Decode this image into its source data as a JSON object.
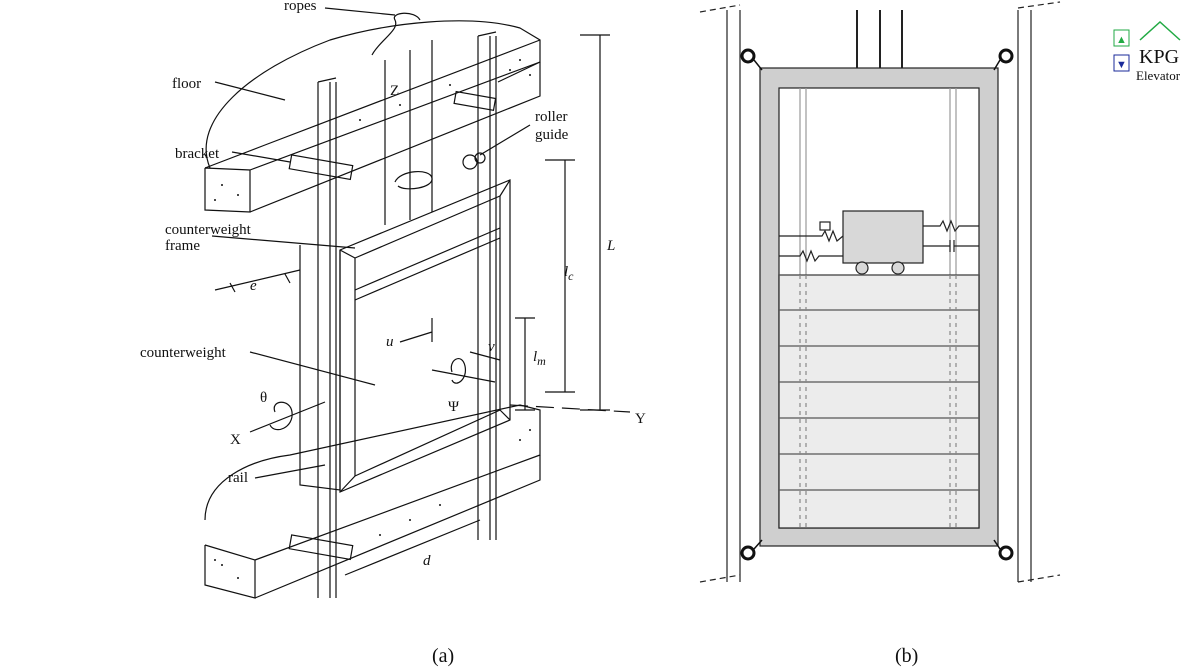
{
  "figure_a": {
    "caption": "(a)",
    "labels": {
      "ropes": "ropes",
      "floor": "floor",
      "bracket": "bracket",
      "roller": "roller",
      "guide": "guide",
      "cw_frame_1": "counterweight",
      "cw_frame_2": "frame",
      "counterweight": "counterweight",
      "rail": "rail",
      "e": "e",
      "d": "d",
      "L": "L",
      "lc_main": "l",
      "lc_sub": "c",
      "lm_main": "l",
      "lm_sub": "m",
      "u": "u",
      "v": "v",
      "Z": "Z",
      "X": "X",
      "Y": "Y",
      "theta": "θ",
      "psi": "Ψ"
    }
  },
  "figure_b": {
    "caption": "(b)"
  },
  "logo": {
    "line1": "KPG",
    "line2": "Elevator",
    "up_symbol": "▲",
    "down_symbol": "▼",
    "up_color": "#22aa44",
    "down_color": "#1a2a99"
  }
}
